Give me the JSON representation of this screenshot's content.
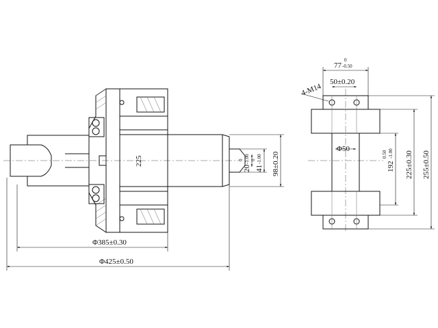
{
  "left_view": {
    "dim_d385": "Φ385±0.30",
    "dim_d425": "Φ425±0.50",
    "dim_225": "225",
    "dim_20_main": "20",
    "dim_20_upper": "0",
    "dim_20_lower": "-1.00",
    "dim_41_main": "41",
    "dim_41_upper": "0",
    "dim_41_lower": "-1.00",
    "dim_98": "98±0.20"
  },
  "right_view": {
    "dim_77_main": "77",
    "dim_77_upper": "0",
    "dim_77_lower": "-0.50",
    "dim_50": "50±0.20",
    "thread_label": "4-M14",
    "dim_d50": "Φ50",
    "dim_192_main": "192",
    "dim_192_upper": "0.50",
    "dim_192_lower": "-1.00",
    "dim_225": "225±0.30",
    "dim_255": "255±0.50"
  }
}
